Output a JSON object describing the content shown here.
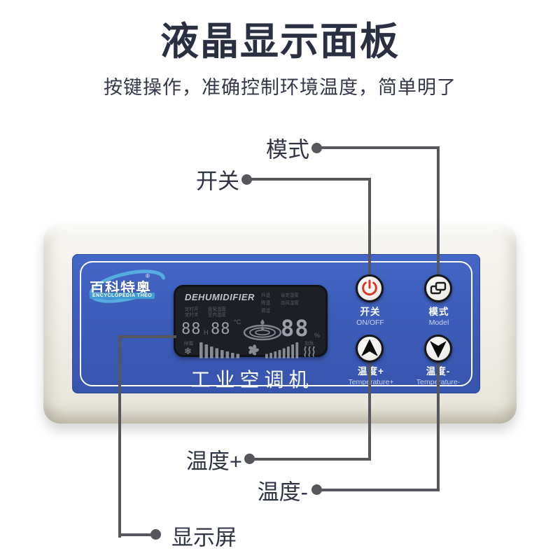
{
  "page": {
    "title": "液晶显示面板",
    "subtitle": "按键操作，准确控制环境温度，简单明了"
  },
  "callouts": {
    "mode": "模式",
    "power": "开关",
    "temp_plus": "温度+",
    "temp_minus": "温度-",
    "display": "显示屏"
  },
  "brand": {
    "name": "百科特奥",
    "sub": "ENCYCLOPEDIA THEO",
    "reg": "®"
  },
  "lcd": {
    "title": "DEHUMIDIFIER",
    "timer_on": "定时开",
    "timer_off": "定时关",
    "coil_temp": "盘管温度",
    "room_temp": "室内温度",
    "raise": "升温",
    "lower": "降温",
    "adjust": "调湿",
    "set_humidity": "设定湿度",
    "outlet_humidity": "出风湿度",
    "hours_value": "88",
    "hours_unit": "H",
    "temp_value": "88",
    "temp_unit": "°C",
    "humidity_value": "88",
    "humidity_unit": "%",
    "defrost": "除霜",
    "defrost_icon": "❄",
    "heating": "加热"
  },
  "panel": {
    "product_name": "工业空调机",
    "buttons": [
      {
        "icon": "power-icon",
        "zh": "开关",
        "en": "ON/OFF"
      },
      {
        "icon": "mode-icon",
        "zh": "模式",
        "en": "Model"
      },
      {
        "icon": "arrow-up-icon",
        "zh": "温度+",
        "en": "Temperature+"
      },
      {
        "icon": "arrow-down-icon",
        "zh": "温度-",
        "en": "Temperature-"
      }
    ]
  },
  "colors": {
    "panel_blue": "#3c5db9",
    "bezel_cream": "#efede6",
    "lcd_black": "#1d1f24",
    "power_red": "#d93726",
    "callout_gray": "#55575d",
    "title_navy": "#2a3041"
  }
}
